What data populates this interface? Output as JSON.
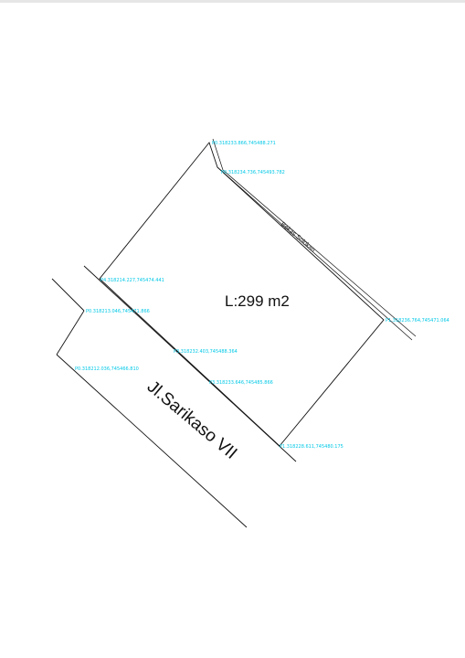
{
  "area_label": "L:299 m2",
  "road_label": "Jl.Sarikaso VII",
  "ditch_label": "Bekas Solokan",
  "point_color": "#00c8e6",
  "line_color": "#111111",
  "points": [
    {
      "id": "p1",
      "label": "P0.318233.866,745488.271"
    },
    {
      "id": "p2",
      "label": "P0.318234.736,745493.782"
    },
    {
      "id": "p3",
      "label": "P4.318214.227,745474.441"
    },
    {
      "id": "p4",
      "label": "P0.318213.046,745471.866"
    },
    {
      "id": "p5",
      "label": "P0.318212.036,745466.810"
    },
    {
      "id": "p6",
      "label": "P3.318232.403,745488.364"
    },
    {
      "id": "p7",
      "label": "P3.318233.646,745485.866"
    },
    {
      "id": "p8",
      "label": "P1.318228.611,745480.175"
    },
    {
      "id": "p9",
      "label": "P1.318236.764,745471.064"
    }
  ]
}
